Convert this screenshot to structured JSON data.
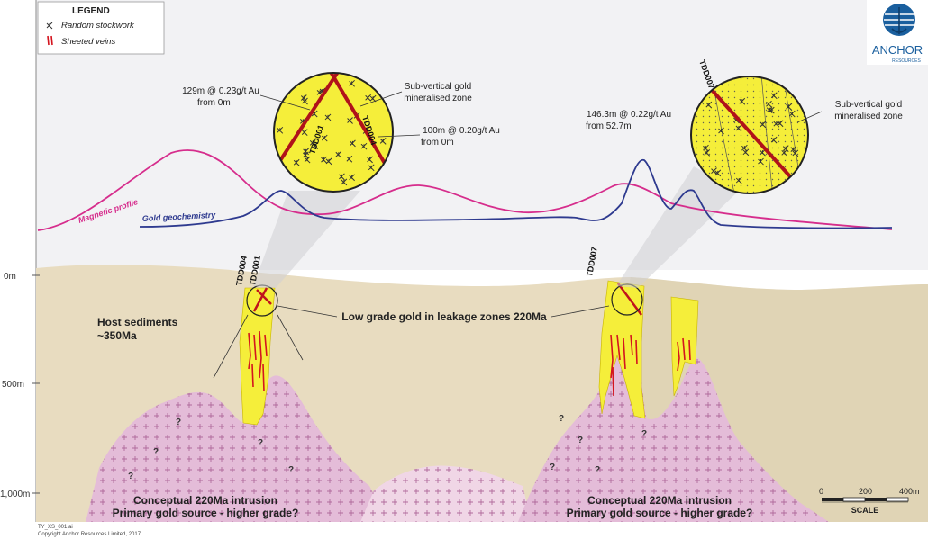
{
  "legend": {
    "title": "LEGEND",
    "items": [
      {
        "label": "Random stockwork",
        "icon": "stockwork-symbol-icon",
        "color": "#333333"
      },
      {
        "label": "Sheeted veins",
        "icon": "sheeted-veins-icon",
        "color": "#d4141e"
      }
    ]
  },
  "logo": {
    "name": "ANCHOR",
    "sub": "RESOURCES",
    "color": "#1a5f9e"
  },
  "depth_axis": {
    "labels": [
      "0m",
      "500m",
      "1,000m"
    ]
  },
  "curves": {
    "magnetic_label": "Magnetic profile",
    "gold_label": "Gold geochemistry",
    "magnetic_color": "#d62d8c",
    "gold_color": "#2e3a8f"
  },
  "callouts": {
    "left_1": [
      "129m @ 0.23g/t Au",
      "from 0m"
    ],
    "left_2": [
      "100m @ 0.20g/t Au",
      "from 0m"
    ],
    "left_zone": [
      "Sub-vertical gold",
      "mineralised zone"
    ],
    "right_1": [
      "146.3m @ 0.22g/t Au",
      "from 52.7m"
    ],
    "right_zone": [
      "Sub-vertical gold",
      "mineralised zone"
    ]
  },
  "drillholes": {
    "tdd001": "TDD001",
    "tdd004": "TDD004",
    "tdd007": "TDD007"
  },
  "geology": {
    "host": [
      "Host sediments",
      "~350Ma"
    ],
    "leakage": "Low grade gold in leakage zones 220Ma",
    "intrusion_left": [
      "Conceptual 220Ma intrusion",
      "Primary gold source - higher grade?"
    ],
    "intrusion_right": [
      "Conceptual 220Ma intrusion",
      "Primary gold source - higher grade?"
    ],
    "question_mark": "?",
    "sediment_color": "#e8dcc0",
    "intrusion_color": "#d8a8c8",
    "zone_color": "#f5ee3a",
    "vein_color": "#d4141e"
  },
  "scale": {
    "labels": [
      "0",
      "200",
      "400m"
    ],
    "title": "SCALE"
  },
  "footer": {
    "file": "TY_XS_001.ai",
    "copyright": "Copyright Anchor Resources Limited, 2017"
  }
}
